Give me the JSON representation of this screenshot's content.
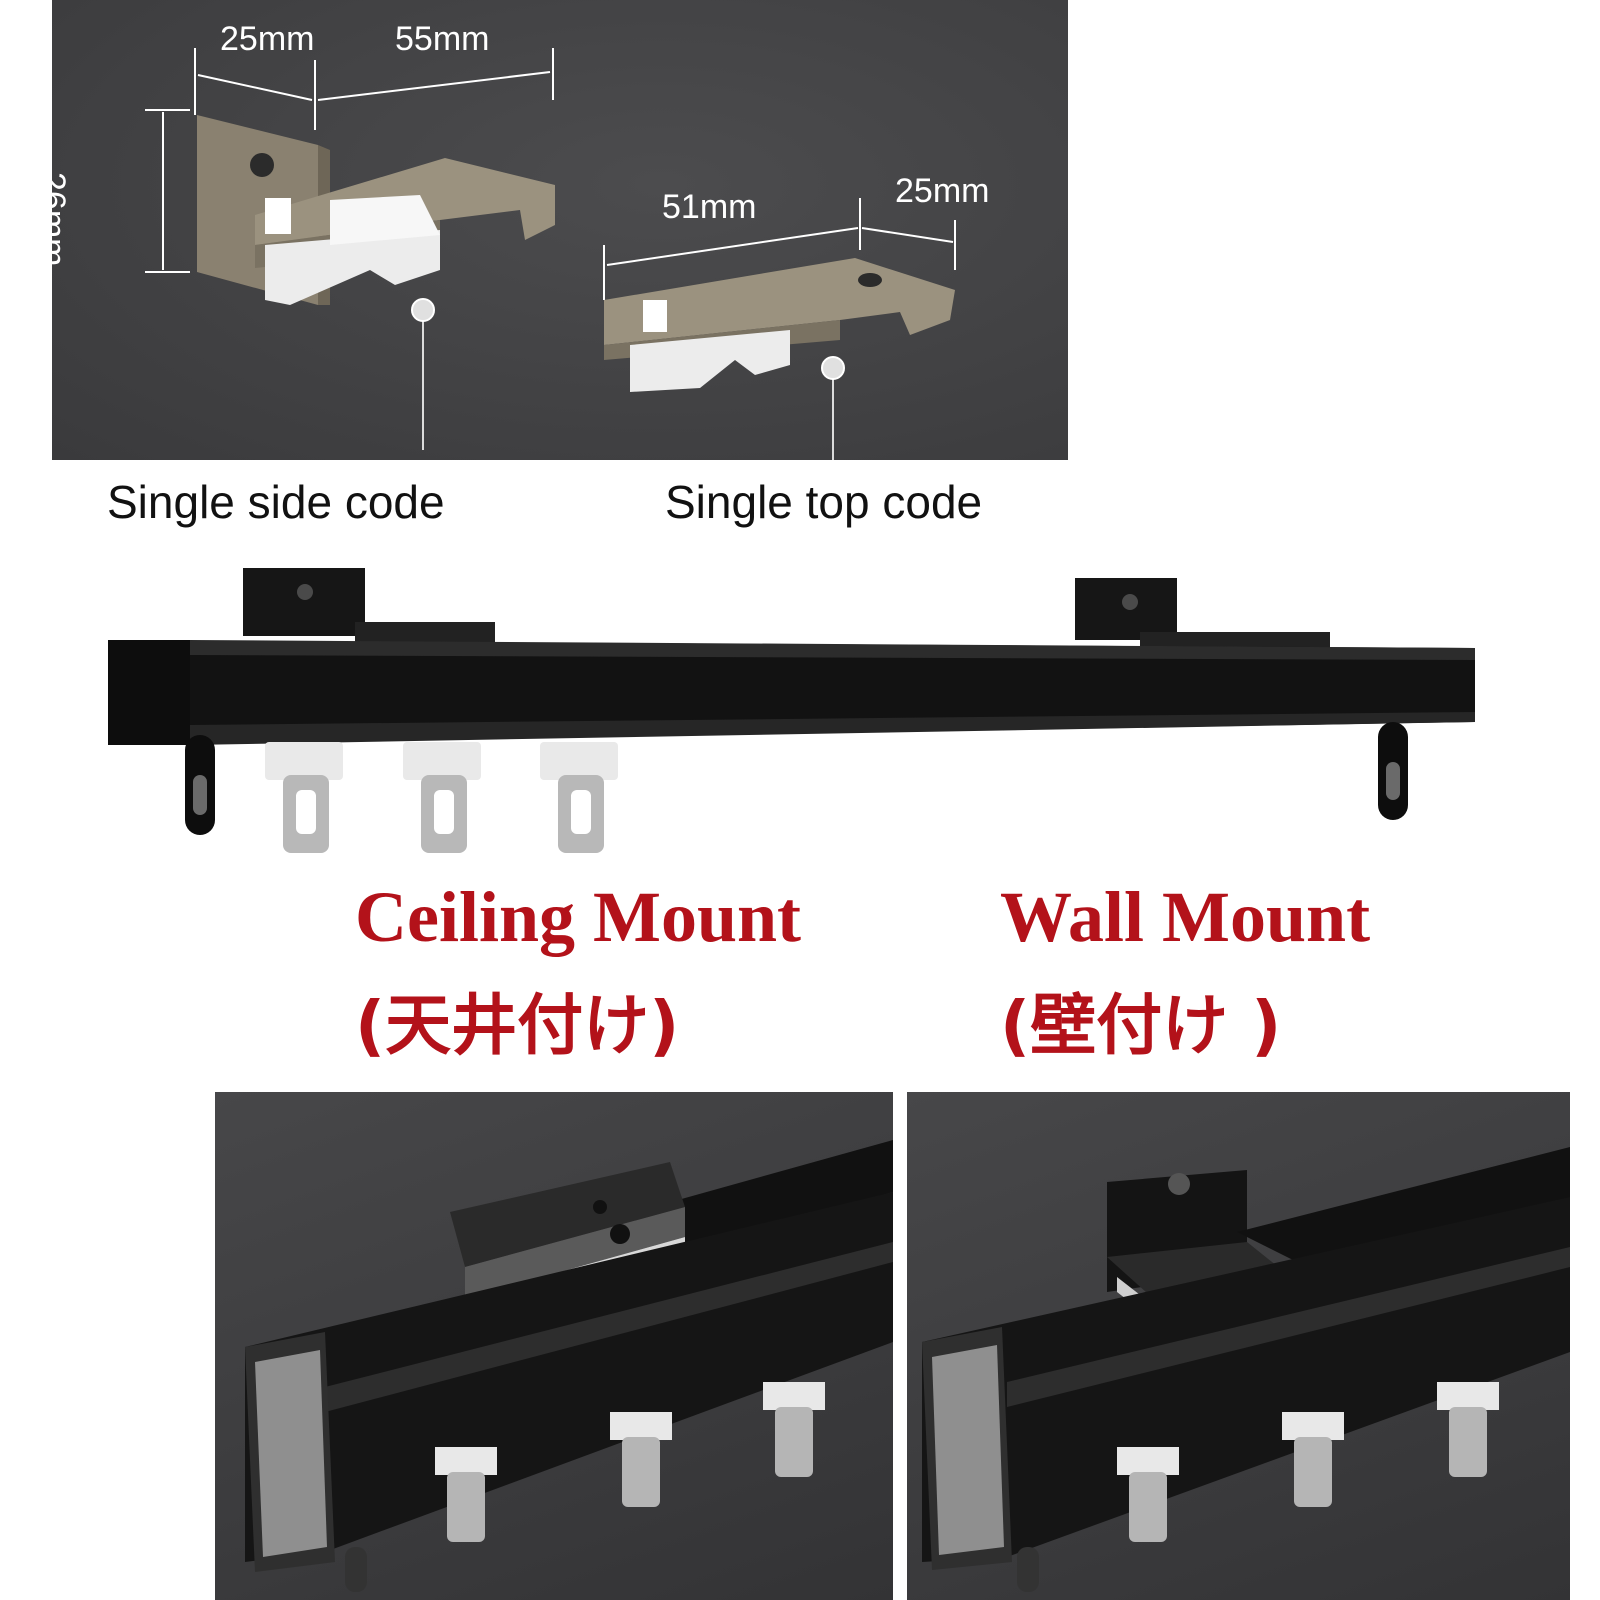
{
  "brackets": {
    "side": {
      "width_label": "25mm",
      "length_label": "55mm",
      "height_label": "26mm",
      "caption": "Single side code"
    },
    "top": {
      "length_label": "51mm",
      "width_label": "25mm",
      "caption": "Single top code"
    }
  },
  "mounts": {
    "ceiling": {
      "label_en": "Ceiling Mount",
      "label_jp": "(天井付け)"
    },
    "wall": {
      "label_en": "Wall Mount",
      "label_jp": "(壁付け )"
    }
  },
  "colors": {
    "accent": "#b3121a",
    "panel": "#3f3f41",
    "rail": "#141414",
    "bracket_metal": "#8a8170"
  },
  "icons": [
    "bracket-side-icon",
    "bracket-top-icon",
    "curtain-rail-icon",
    "runner-hook-icon"
  ]
}
